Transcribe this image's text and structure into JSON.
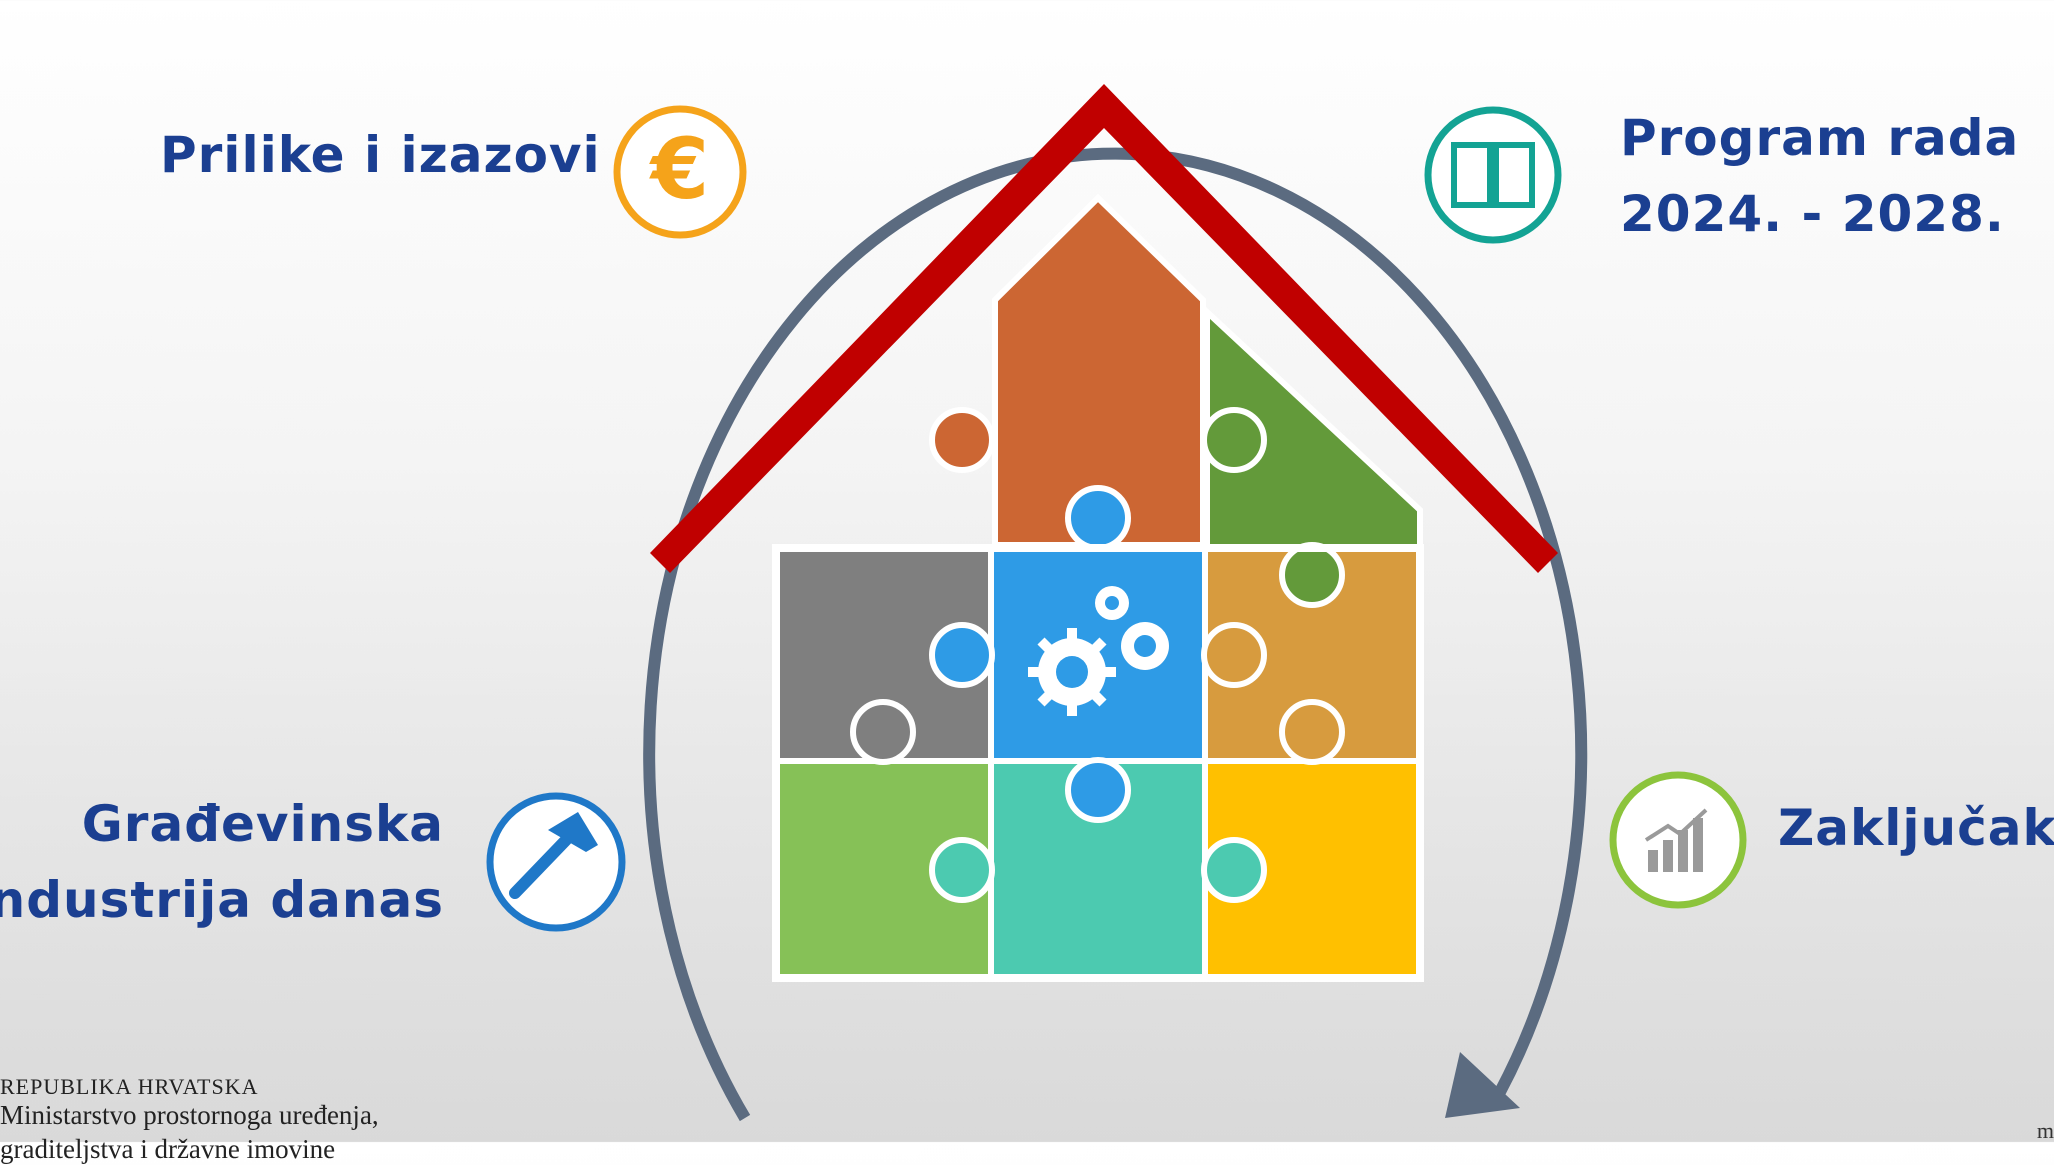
{
  "topics": {
    "prilike": {
      "label": "Prilike i izazovi",
      "icon": "euro-icon",
      "color": "#f5a31a"
    },
    "program": {
      "line1": "Program rada",
      "line2": "2024. - 2028.",
      "icon": "book-icon",
      "color": "#13a394"
    },
    "gradevinska": {
      "line1": "Građevinska",
      "line2": "industrija danas",
      "icon": "hammer-icon",
      "color": "#1f78c8"
    },
    "zakljucak": {
      "label": "Zaključak",
      "icon": "growth-chart-icon",
      "color": "#8cc43c"
    }
  },
  "center": {
    "icon": "house-puzzle-icon",
    "inner_icon": "gears-icon",
    "roof_color": "#c00000"
  },
  "cycle": {
    "icon": "cycle-arrow-icon",
    "color": "#5b6b80"
  },
  "footer": {
    "republic": "REPUBLIKA HRVATSKA",
    "ministry_line1": "Ministarstvo prostornoga uređenja,",
    "ministry_line2": "graditeljstva i državne imovine",
    "corner_text": "m"
  }
}
